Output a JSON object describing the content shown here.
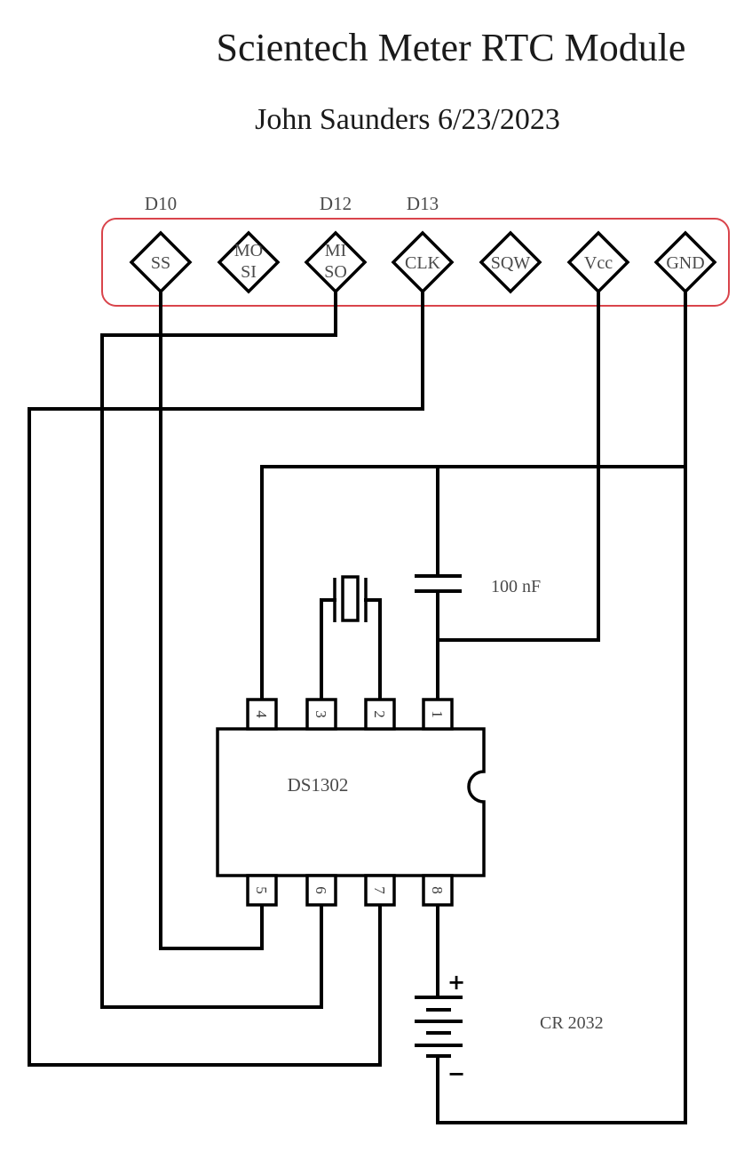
{
  "header": {
    "title": "Scientech Meter RTC Module",
    "subtitle": "John Saunders 6/23/2023"
  },
  "connector": {
    "border_color": "#d9444b",
    "pins": [
      {
        "id": "ss",
        "lines": [
          "SS"
        ],
        "arduino_label": "D10"
      },
      {
        "id": "mosi",
        "lines": [
          "MO",
          "SI"
        ],
        "arduino_label": ""
      },
      {
        "id": "miso",
        "lines": [
          "MI",
          "SO"
        ],
        "arduino_label": "D12"
      },
      {
        "id": "clk",
        "lines": [
          "CLK"
        ],
        "arduino_label": "D13"
      },
      {
        "id": "sqw",
        "lines": [
          "SQW"
        ],
        "arduino_label": ""
      },
      {
        "id": "vcc",
        "lines": [
          "Vcc"
        ],
        "arduino_label": ""
      },
      {
        "id": "gnd",
        "lines": [
          "GND"
        ],
        "arduino_label": ""
      }
    ]
  },
  "chip": {
    "name": "DS1302",
    "top_pins": [
      "4",
      "3",
      "2",
      "1"
    ],
    "bottom_pins": [
      "5",
      "6",
      "7",
      "8"
    ]
  },
  "capacitor": {
    "label": "100 nF"
  },
  "battery": {
    "label": "CR 2032",
    "plus": "+",
    "minus": "−"
  },
  "crystal": {
    "label": ""
  }
}
